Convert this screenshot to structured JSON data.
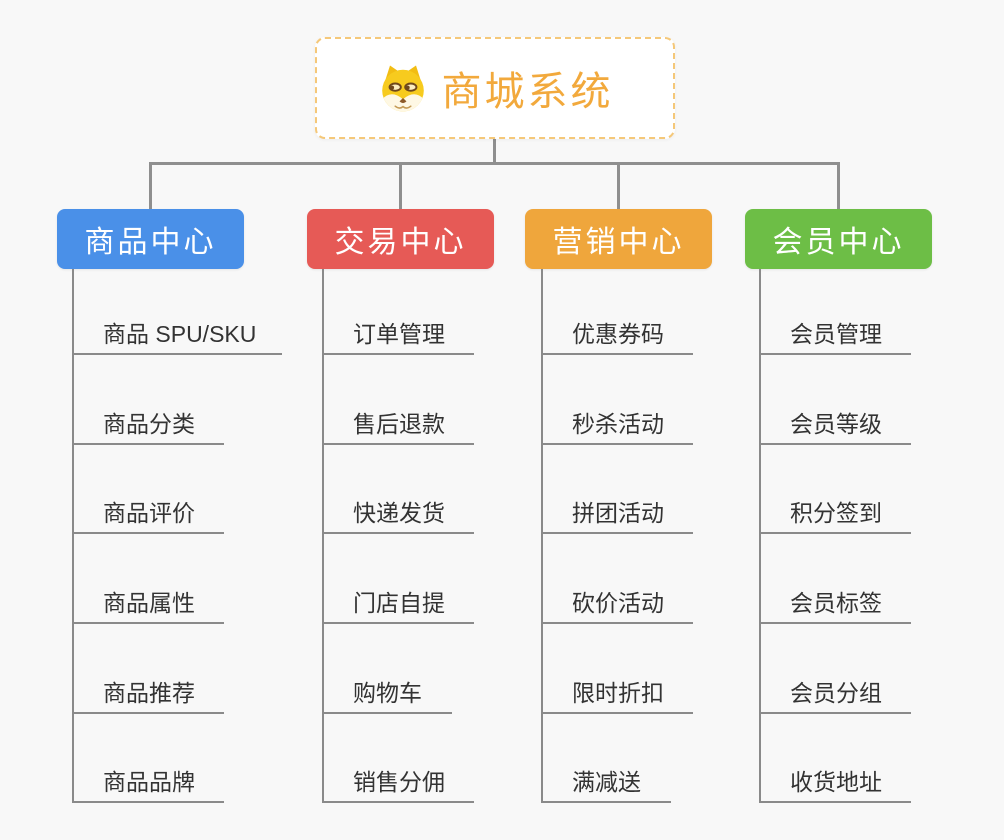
{
  "canvas": {
    "background": "#f8f8f8",
    "line_color": "#8f8f8f"
  },
  "root": {
    "title": "商城系统",
    "title_color": "#f2a93c",
    "border_color": "#f5c879",
    "icon": "dog-face-icon"
  },
  "branches": [
    {
      "label": "商品中心",
      "color": "#4a90e8",
      "items": [
        "商品 SPU/SKU",
        "商品分类",
        "商品评价",
        "商品属性",
        "商品推荐",
        "商品品牌"
      ]
    },
    {
      "label": "交易中心",
      "color": "#e65a56",
      "items": [
        "订单管理",
        "售后退款",
        "快递发货",
        "门店自提",
        "购物车",
        "销售分佣"
      ]
    },
    {
      "label": "营销中心",
      "color": "#efa63c",
      "items": [
        "优惠券码",
        "秒杀活动",
        "拼团活动",
        "砍价活动",
        "限时折扣",
        "满减送"
      ]
    },
    {
      "label": "会员中心",
      "color": "#6dbe46",
      "items": [
        "会员管理",
        "会员等级",
        "积分签到",
        "会员标签",
        "会员分组",
        "收货地址"
      ]
    }
  ]
}
